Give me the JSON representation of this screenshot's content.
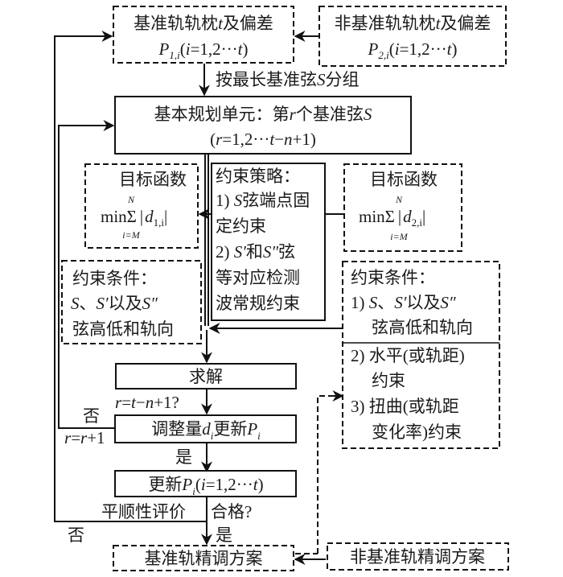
{
  "diagram": {
    "type": "flowchart",
    "nodes": {
      "ref_rail_input": {
        "line1": "基准轨轨枕t及偏差",
        "line1_parts": [
          "基准轨轨枕",
          "t",
          "及偏差"
        ],
        "line2_parts": [
          "P",
          "1,i",
          "(",
          "i",
          "=1,2···",
          "t",
          ")"
        ],
        "style": "dashed"
      },
      "nonref_rail_input": {
        "line1_parts": [
          "非基准轨轨枕",
          "t",
          "及偏差"
        ],
        "line2_parts": [
          "P",
          "2,i",
          "(",
          "i",
          "=1,2···",
          "t",
          ")"
        ],
        "style": "dashed"
      },
      "group_label": {
        "parts": [
          "按最长基准弦",
          "S",
          "分组"
        ]
      },
      "planning_unit": {
        "line1_parts": [
          "基本规划单元：第",
          "r",
          "个基准弦",
          "S"
        ],
        "line2_parts": [
          "(",
          "r",
          "=1,2···",
          "t",
          "−",
          "n",
          "+1)"
        ],
        "style": "solid"
      },
      "objective_left": {
        "title": "目标函数",
        "formula": {
          "op": "min",
          "sum": "Σ",
          "upper": "N",
          "lower": "i=M",
          "abs_var": "d",
          "abs_sub": "1,i"
        },
        "style": "dashed"
      },
      "strategy": {
        "lines": [
          {
            "parts": [
              "约束策略："
            ]
          },
          {
            "parts": [
              "1) ",
              "S",
              "弦端点固"
            ]
          },
          {
            "parts": [
              "定约束"
            ]
          },
          {
            "parts": [
              "2) ",
              "S′",
              "和",
              "S″",
              "弦"
            ]
          },
          {
            "parts": [
              "等对应检测"
            ]
          },
          {
            "parts": [
              "波常规约束"
            ]
          }
        ],
        "style": "solid"
      },
      "objective_right": {
        "title": "目标函数",
        "formula": {
          "op": "min",
          "sum": "Σ",
          "upper": "N",
          "lower": "i=M",
          "abs_var": "d",
          "abs_sub": "2,i"
        },
        "style": "dashed"
      },
      "constraints_left": {
        "lines": [
          {
            "parts": [
              "约束条件："
            ]
          },
          {
            "parts": [
              "S",
              "、",
              "S′",
              "以及",
              "S″"
            ]
          },
          {
            "parts": [
              "弦高低和轨向"
            ]
          }
        ],
        "style": "dashed"
      },
      "constraints_right": {
        "lines": [
          {
            "parts": [
              "约束条件："
            ]
          },
          {
            "parts": [
              "1) ",
              "S",
              "、",
              "S′",
              "以及",
              "S″"
            ]
          },
          {
            "parts": [
              "弦高低和轨向"
            ]
          },
          {
            "parts": [
              "2) 水平(或轨距)"
            ]
          },
          {
            "parts": [
              "约束"
            ]
          },
          {
            "parts": [
              "3) 扭曲(或轨距"
            ]
          },
          {
            "parts": [
              "变化率)约束"
            ]
          }
        ],
        "style": "dashed"
      },
      "solve": {
        "label": "求解",
        "style": "solid"
      },
      "condition_r": {
        "parts": [
          "r",
          "=",
          "t",
          "−",
          "n",
          "+1?"
        ]
      },
      "no_label_1": "否",
      "increment_r": {
        "parts": [
          "r",
          "=",
          "r",
          "+1"
        ]
      },
      "adjust_update": {
        "parts": [
          "调整量",
          "d",
          "i",
          "更新",
          "P",
          "i"
        ],
        "style": "solid"
      },
      "yes_label_1": "是",
      "update_all": {
        "parts": [
          "更新",
          "P",
          "i",
          "(",
          "i",
          "=1,2···",
          "t",
          ")"
        ],
        "style": "solid"
      },
      "smoothness_eval": "平顺性评价",
      "qualified_q": "合格?",
      "no_label_2": "否",
      "yes_label_2": "是",
      "ref_rail_plan": {
        "label": "基准轨精调方案",
        "style": "dashed"
      },
      "nonref_rail_plan": {
        "label": "非基准轨精调方案",
        "style": "dashed"
      }
    }
  }
}
